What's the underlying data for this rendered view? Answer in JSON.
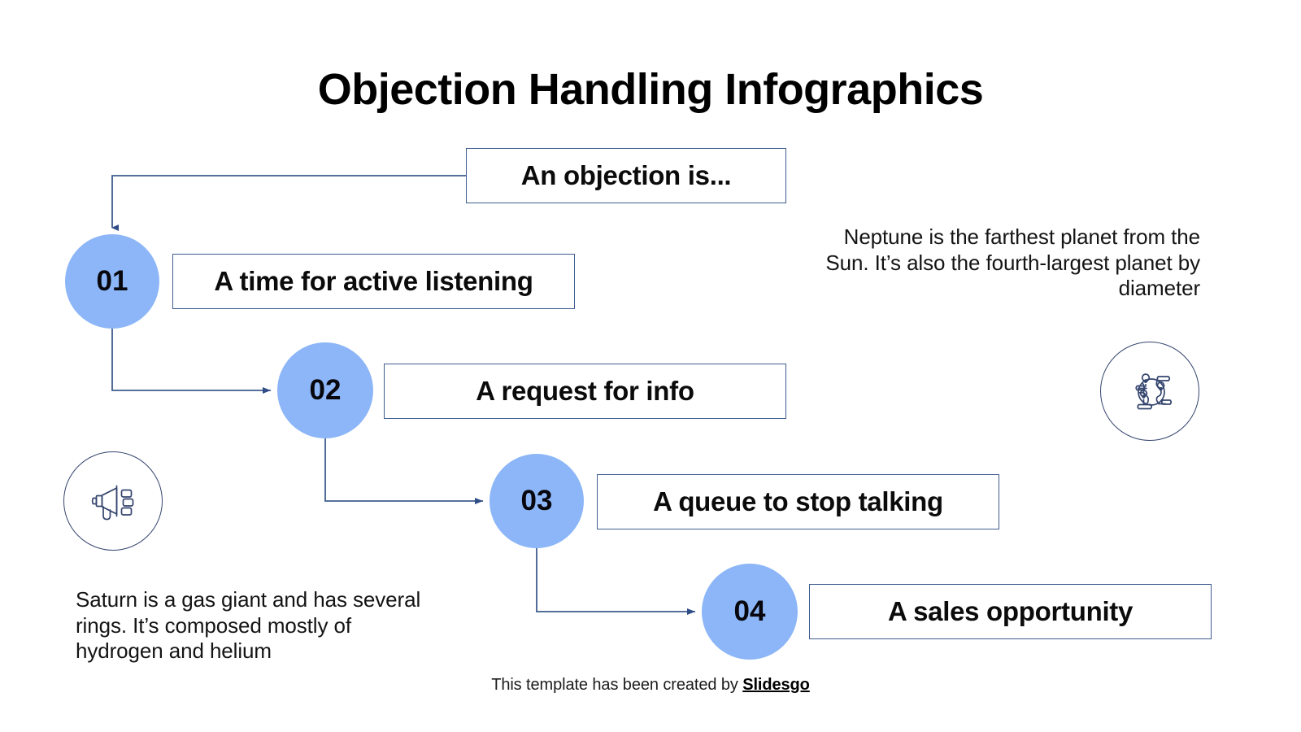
{
  "slide": {
    "title": "Objection Handling Infographics",
    "background_color": "#FFFFFF"
  },
  "palette": {
    "circle_fill": "#8CB6F7",
    "line_color": "#3F5C8F",
    "box_border": "#3F5C8F",
    "text_color": "#0B0B0B"
  },
  "intro": {
    "label": "An objection is..."
  },
  "steps": [
    {
      "number": "01",
      "label": "A time for active listening"
    },
    {
      "number": "02",
      "label": "A request for info"
    },
    {
      "number": "03",
      "label": "A queue to stop talking"
    },
    {
      "number": "04",
      "label": "A sales opportunity"
    }
  ],
  "descriptions": {
    "neptune": "Neptune is the farthest planet from the Sun. It’s also the fourth-largest planet by diameter",
    "saturn": "Saturn is a gas giant and has several rings. It’s composed mostly of hydrogen and helium"
  },
  "icons": {
    "megaphone": "megaphone-icon",
    "globe": "globe-pins-icon"
  },
  "footer": {
    "text": "This template has been created by ",
    "brand": "Slidesgo"
  }
}
